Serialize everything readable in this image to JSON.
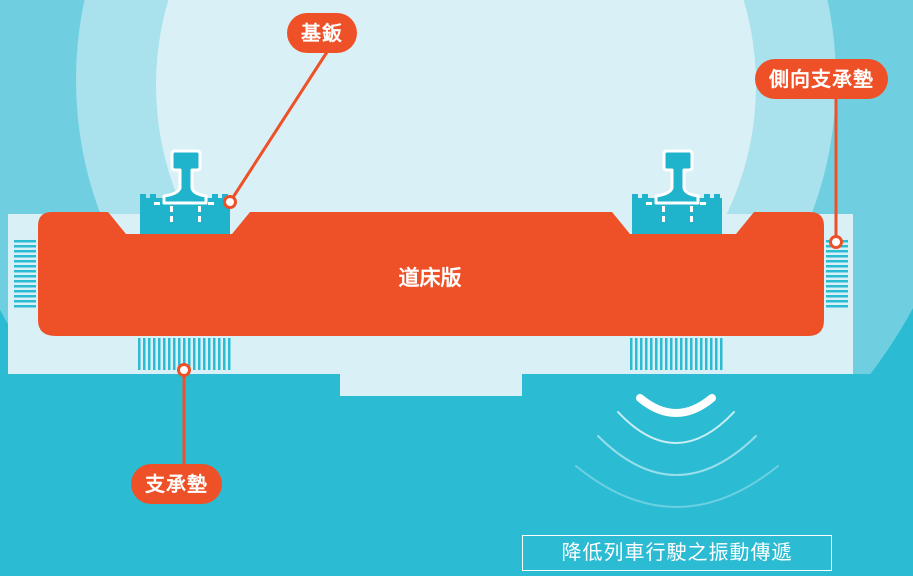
{
  "labels": {
    "base_plate": "基鈑",
    "lateral_bearing_pad": "側向支承墊",
    "track_slab": "道床版",
    "bearing_pad": "支承墊"
  },
  "caption": "降低列車行駛之振動傳遞",
  "colors": {
    "water": "#2bbcd4",
    "tunnel_outer": "#6fcfe0",
    "tunnel_mid": "#a9e1ec",
    "tunnel_inner": "#d9f1f6",
    "slab": "#ee5027",
    "rail_fastener": "#20b4cc",
    "pad": "#2bbcd4",
    "leader": "#ee5027",
    "text_light": "#ffffff"
  }
}
